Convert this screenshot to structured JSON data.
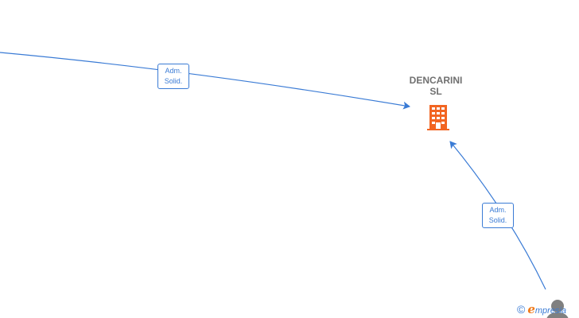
{
  "company": {
    "name_line1": "DENCARINI",
    "name_line2": "SL",
    "icon": "building-icon"
  },
  "relations": [
    {
      "label_line1": "Adm.",
      "label_line2": "Solid."
    },
    {
      "label_line1": "Adm.",
      "label_line2": "Solid."
    }
  ],
  "person": {
    "icon": "person-icon"
  },
  "watermark": {
    "copyright": "©",
    "brand_e": "e",
    "brand_rest": "mpresia"
  },
  "colors": {
    "edge": "#3a7bd5",
    "company_icon": "#f26522",
    "company_text": "#707070",
    "person_icon": "#808080"
  }
}
